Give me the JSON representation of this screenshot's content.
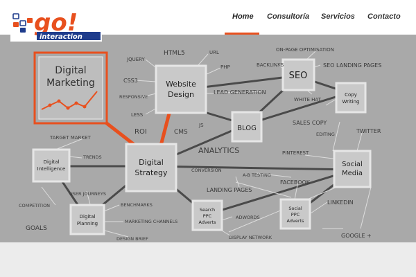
{
  "brand": {
    "name_top": "go!",
    "name_bottom": "interaction",
    "accent": "#e8501e",
    "primary": "#1e3c8c"
  },
  "nav": {
    "items": [
      {
        "label": "Home",
        "active": true
      },
      {
        "label": "Consultoría",
        "active": false
      },
      {
        "label": "Servicios",
        "active": false
      },
      {
        "label": "Contacto",
        "active": false
      }
    ]
  },
  "hero": {
    "digital_marketing": {
      "line1": "Digital",
      "line2": "Marketing"
    },
    "website_design": {
      "line1": "Website",
      "line2": "Design"
    },
    "seo": "SEO",
    "copy_writing": {
      "line1": "Copy",
      "line2": "Writing"
    },
    "blog": "BLOG",
    "digital_strategy": {
      "line1": "Digital",
      "line2": "Strategy"
    },
    "digital_intelligence": {
      "line1": "Digital",
      "line2": "Intelligence"
    },
    "social_media": {
      "line1": "Social",
      "line2": "Media"
    },
    "search_ppc": {
      "line1": "Search",
      "line2": "PPC",
      "line3": "Adverts"
    },
    "social_ppc": {
      "line1": "Social",
      "line2": "PPC",
      "line3": "Adverts"
    },
    "digital_planning": {
      "line1": "Digital",
      "line2": "Planning"
    },
    "labels": {
      "jquery": "JQUERY",
      "html5": "HTML5",
      "url": "URL",
      "php": "PHP",
      "css3": "CSS3",
      "responsive": "RESPONSIVE",
      "less": "LESS",
      "on_page": "ON-PAGE OPTIMISATION",
      "backlinks": "BACKLINKS",
      "seo_landing": "SEO LANDING PAGES",
      "white_hat": "WHITE HAT",
      "lead_generation": "LEAD GENERATION",
      "roi": "ROI",
      "cms": "CMS",
      "js": "JS",
      "sales_copy": "SALES COPY",
      "editing": "EDITING",
      "twitter": "TWITTER",
      "target_market": "TARGET MARKET",
      "trends": "TRENDS",
      "analytics": "ANALYTICS",
      "pinterest": "PINTEREST",
      "conversion": "CONVERSION",
      "ab_testing": "A-B TESTING",
      "user_journeys": "USER JOURNEYS",
      "landing_pages": "LANDING PAGES",
      "facebook": "FACEBOOK",
      "competition": "COMPETITION",
      "benchmarks": "BENCHMARKS",
      "linkedin": "LINKEDIN",
      "goals": "GOALS",
      "marketing_channels": "MARKETING CHANNELS",
      "adwords": "ADWORDS",
      "design_brief": "DESIGN BRIEF",
      "display_network": "DISPLAY NETWORK",
      "google_plus": "GOOGLE +"
    }
  }
}
